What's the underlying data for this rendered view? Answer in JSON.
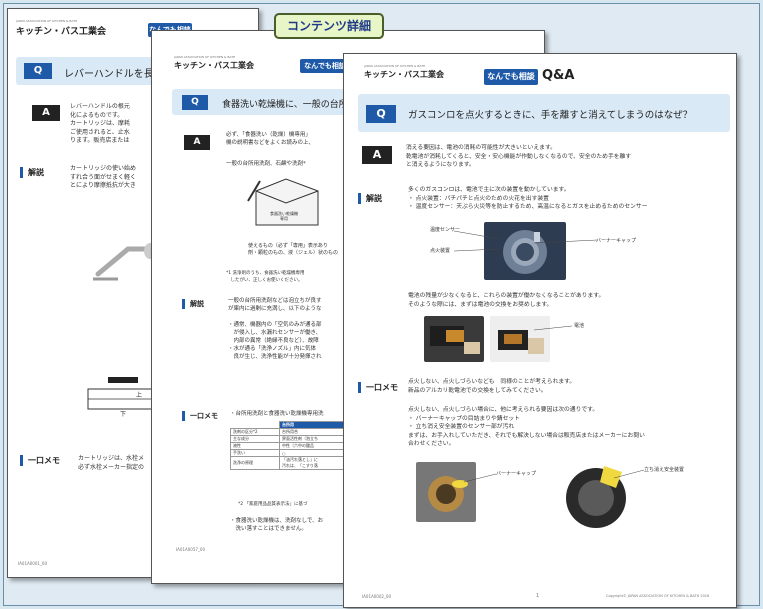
{
  "tag": {
    "label": "コンテンツ詳細"
  },
  "brand": {
    "org": "JAPAN ASSOCIATION OF KITCHEN & BATH",
    "name": "キッチン・バス工業会"
  },
  "qa_banner": "なんでも相談",
  "qa_mark": "Q&A",
  "back": {
    "q": "Q",
    "question": "レバーハンドルを長",
    "a": "A",
    "answer": "レバーハンドルの根元\n化によるものです。\nカートリッジは、摩耗\nご使用されると、止水\nります。販売店または",
    "kaisetsu_label": "解説",
    "kaisetsu": "カートリッジの使い始め\nすれ合う面がせまく軽く\nとにより摩擦抵抗が大き",
    "diagram_up": "上",
    "diagram_down": "下",
    "memo_label": "一口メモ",
    "memo": "カートリッジは、水栓メ\n必ず水栓メーカー指定の",
    "footer": "IA01A0001_00"
  },
  "middle": {
    "q": "Q",
    "question": "食器洗い乾燥機に、一般の台所",
    "a": "A",
    "answer": "必ず、「食器洗い（乾燥）機専用」\n機の説明書などをよくお読みの上、",
    "intro": "一般の台所用洗剤、石鹸や洗剤*",
    "box_label": "食器洗い乾燥機\n専用",
    "note1": "使えるもの（必ず「専用」表示あり\n剤・顆粒のもの、液（ジェル）状のもの",
    "note2": "*1 洗浄剤のうち、食器洗い乾燥機専用\n　したがい、正しくお使いください。",
    "kaisetsu_label": "解説",
    "kaisetsu": "一般の台所用洗剤などは泡立ちが良す\nが庫内に過剰に充満し、以下のような",
    "bullets": "・通常、機器内の「空気のみが通る部\n　が侵入し、水漏れセンサーが働き、\n　内部の異常（絶縁不良など）、故障\n・水が通る「洗浄ノズル」内に気体\n　良が生じ、洗浄性能が十分発揮され",
    "memo_label": "一口メモ",
    "memo": "・台所用洗剤と食器洗い乾燥機専用洗",
    "table_header": "台所用",
    "table_rows": [
      [
        "洗剤の区分*2",
        "台所用合"
      ],
      [
        "主な成分",
        "界面活性剤（泡立ち"
      ],
      [
        "液性",
        "中性（六中の酸品"
      ],
      [
        "手洗い",
        "○"
      ],
      [
        "洗浄の原理",
        "「油汚れ落とし」に\n汚れは、「こすり落"
      ]
    ],
    "table_note": "*2 「家庭用品品質表示法」に基づ",
    "closing": "・食器洗い乾燥機は、洗剤なしで、お\n　洗い落すことはできません。",
    "footer": "IA01A0057_00"
  },
  "front": {
    "q": "Q",
    "question": "ガスコンロを点火するときに、手を離すと消えてしまうのはなぜ？",
    "a": "A",
    "answer": "消える要因は、電池の消耗の可能性が大きいといえます。\n乾電池が消耗してくると、安全・安心機能が作動しなくなるので、安全のため手を離す\nと消えるようになります。",
    "kaisetsu_label": "解説",
    "kaisetsu": "多くのガスコンロは、電池で主に次の装置を動かしています。\n・ 点火装置：パチパチと点火のための火花を出す装置\n・ 温度センサー：天ぷら火災等を防止するため、高温になるとガスを止めるためのセンサー",
    "photo1_labels": {
      "sensor": "温度センサー",
      "igniter": "点火装置",
      "cap": "バーナーキャップ"
    },
    "battery_text": "電池の残量が少なくなると、これらの装置が働かなくなることがあります。\nそのような際には、まずは電池の交換をお奨めします。",
    "battery_label": "電池",
    "memo_label": "一口メモ",
    "memo": "点火しない、点火しづらいなども　同様のことが考えられます。\n新品のアルカリ乾電池での交換をしてみてください。",
    "other_causes": "点火しない、点火しづらい場合に、他に考えられる要因は次の通りです。\n・ バーナーキャップの目詰まりや錆セット\n・ 立ち消え安全装置のセンサー部が汚れ\nまずは、お手入れしていただき、それでも解決しない場合は販売店またはメーカーにお問い\n合わせください。",
    "photo3_label": "バーナーキャップ",
    "photo4_label": "立ち消え安全装置",
    "footer_left": "IA01A0002_00",
    "page_number": "1",
    "copyright": "Copyright© JAPAN ASSOCIATION OF KITCHEN & BATH 2018"
  },
  "colors": {
    "accent": "#1f5aa8",
    "q_bar": "#d9e9f6",
    "tag_bg": "#e8f5c6"
  }
}
